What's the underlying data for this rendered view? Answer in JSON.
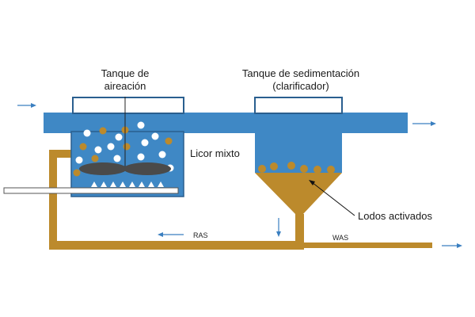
{
  "labels": {
    "aeration_tank_line1": "Tanque de",
    "aeration_tank_line2": "aireación",
    "sedimentation_tank_line1": "Tanque de sedimentación",
    "sedimentation_tank_line2": "(clarificador)",
    "mixed_liquor": "Licor mixto",
    "activated_sludge": "Lodos activados",
    "ras": "RAS",
    "was": "WAS"
  },
  "colors": {
    "water": "#3f88c5",
    "water_outline": "#2a5f8f",
    "sludge": "#bc8a2c",
    "arrow": "#3a7fc0",
    "mixer": "#4a4a4a",
    "bubble": "#ffffff"
  }
}
